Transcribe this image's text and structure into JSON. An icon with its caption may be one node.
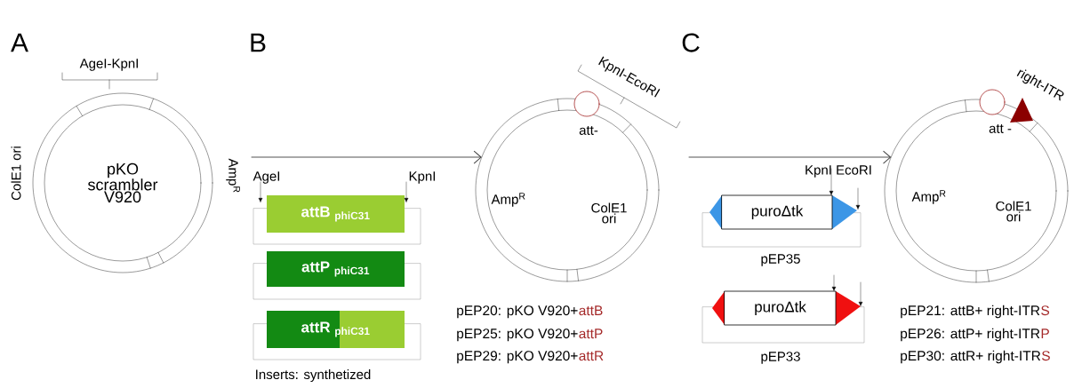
{
  "diagram": {
    "nodes": [
      {
        "text": [
          "pKO scrambler V920"
        ]
      },
      {
        "text": [
          "attB $_{phiC31}$"
        ]
      },
      {
        "text": [
          "attP $_{phiC31}$"
        ]
      },
      {
        "text": [
          "attR $_{phiC31}$"
        ]
      },
      {
        "text": [
          "Amp$^{R}$",
          "ColE1 ori"
        ]
      },
      {
        "text": [
          "puroΔtk"
        ],
        "beside": [
          "pEP35"
        ]
      },
      {
        "text": [
          "puroΔtk"
        ],
        "beside": [
          "pEP33"
        ]
      },
      {
        "text": [
          "Amp$^{R}$",
          "ColE1 ori"
        ]
      }
    ],
    "edges": [
      {
        "from": null,
        "to": 4,
        "arrow": "to"
      },
      {
        "from": null,
        "to": 7,
        "arrow": "to"
      }
    ],
    "labels": [
      "A",
      "B",
      "C",
      "AgeI-KpnI",
      "ColE1 ori",
      "Amp$^{R}$",
      "AgeI",
      "KpnI",
      "Inserts: synthetized",
      "att-",
      "KpnI-EcoRI",
      "pEP20: pKO V920+",
      "attB",
      "pEP25: pKO V920+",
      "attP",
      "pEP29: pKO V920+",
      "attR",
      "KpnI EcoRI",
      "att -",
      "right-ITR",
      "pEP21: attB+ right-ITR",
      "S",
      "pEP26: attP+ right-ITR",
      "P",
      "pEP30: attR+ right-ITR",
      "S"
    ]
  }
}
